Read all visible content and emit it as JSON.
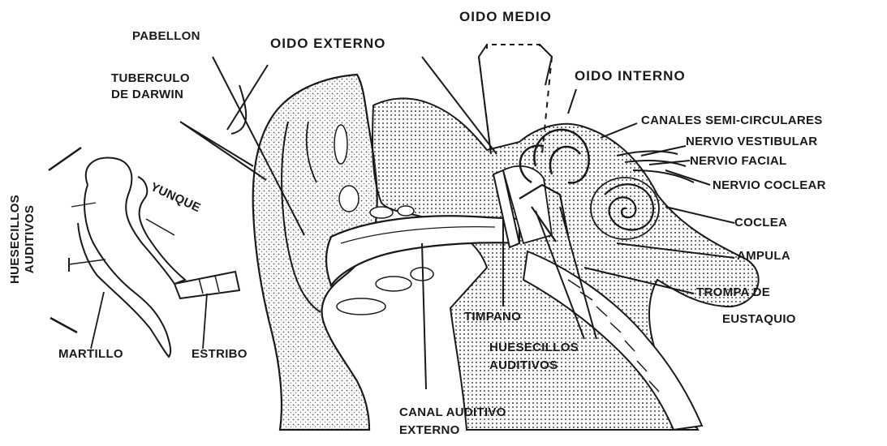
{
  "labels": {
    "pabellon": "PABELLON",
    "oido_externo": "OIDO EXTERNO",
    "oido_medio": "OIDO MEDIO",
    "oido_interno": "OIDO INTERNO",
    "tuberculo_1": "TUBERCULO",
    "tuberculo_2": "DE DARWIN",
    "canales": "CANALES SEMI-CIRCULARES",
    "nervio_vestibular": "NERVIO VESTIBULAR",
    "nervio_facial": "NERVIO FACIAL",
    "nervio_coclear": "NERVIO COCLEAR",
    "coclea": "COCLEA",
    "ampula": "AMPULA",
    "trompa_1": "TROMPA DE",
    "trompa_2": "EUSTAQUIO",
    "timpano": "TIMPANO",
    "huesecillos_1": "HUESECILLOS",
    "huesecillos_2": "AUDITIVOS",
    "huesecillos_vert_1": "HUESECILLOS",
    "huesecillos_vert_2": "AUDITIVOS",
    "yunque": "YUNQUE",
    "martillo": "MARTILLO",
    "estribo": "ESTRIBO",
    "canal_1": "CANAL AUDITIVO",
    "canal_2": "EXTERNO"
  },
  "colors": {
    "ink": "#1a1a1a",
    "stipple": "#555555",
    "paper": "#ffffff"
  }
}
